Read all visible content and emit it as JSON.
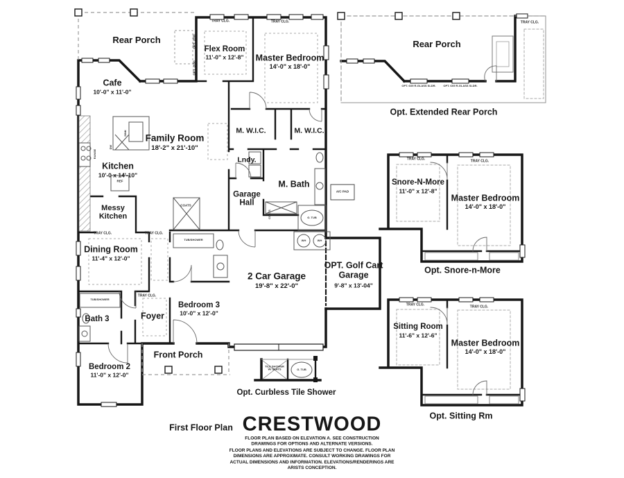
{
  "colors": {
    "ink": "#161616",
    "line_gray": "#8f8f8f",
    "background": "#ffffff"
  },
  "plan": {
    "rooms": {
      "rear_porch": {
        "name": "Rear Porch"
      },
      "flex": {
        "name": "Flex Room",
        "dims": "11'-0\" x 12'-8\""
      },
      "master": {
        "name": "Master Bedroom",
        "dims": "14'-0\" x 18'-0\""
      },
      "cafe": {
        "name": "Cafe",
        "dims": "10'-0\" x 11'-0\""
      },
      "family": {
        "name": "Family Room",
        "dims": "18'-2\" x 21'-10\""
      },
      "kitchen": {
        "name": "Kitchen",
        "dims": "10'-0 x 14'-10\""
      },
      "messy": {
        "name": "Messy Kitchen"
      },
      "mwic1": {
        "name": "M. W.I.C."
      },
      "mwic2": {
        "name": "M. W.I.C."
      },
      "lndy": {
        "name": "Lndy."
      },
      "mbath": {
        "name": "M. Bath"
      },
      "garage_hall": {
        "name": "Garage Hall"
      },
      "dining": {
        "name": "Dining Room",
        "dims": "11'-4\" x 12'-0\""
      },
      "foyer": {
        "name": "Foyer"
      },
      "bed3": {
        "name": "Bedroom 3",
        "dims": "10'-0\" x 12'-0\""
      },
      "bath3": {
        "name": "Bath 3"
      },
      "bed2": {
        "name": "Bedroom 2",
        "dims": "11'-0\" x 12'-0\""
      },
      "front_porch": {
        "name": "Front Porch"
      },
      "garage2": {
        "name": "2 Car Garage",
        "dims": "19'-8\" x 22'-0\""
      },
      "golf": {
        "name": "OPT. Golf Cart Garage",
        "dims": "9'-8\" x 13'-04\""
      }
    }
  },
  "insets": {
    "ext": {
      "room": "Rear Porch",
      "caption": "Opt. Extended Rear Porch"
    },
    "snore": {
      "room1": "Snore-N-More",
      "dims1": "11'-0\" x 12'-8\"",
      "room2": "Master Bedroom",
      "dims2": "14'-0\" x 18'-0\"",
      "caption": "Opt. Snore-n-More"
    },
    "sitting": {
      "room1": "Sitting Room",
      "dims1": "11'-6\" x 12'-6\"",
      "room2": "Master Bedroom",
      "dims2": "14'-0\" x 18'-0\"",
      "caption": "Opt. Sitting Rm"
    },
    "shower": {
      "caption": "Opt. Curbless Tile Shower"
    }
  },
  "annotations": {
    "tray_clg": "TRAY CLG.",
    "ac_pad": "A/C PAD",
    "g_tub": "G. TUB",
    "wh": "WH",
    "slider": "OPT. 6X9 R-GLASS SLDR.",
    "window_opt": "OPT. 2650",
    "ref": "REF",
    "range": "RANGE",
    "sink": "SINK",
    "dw": "DW",
    "coats": "COATS",
    "tub_shower": "TUB/SHOWER",
    "tile_shower": "TILE SHOWER W/ SEATS"
  },
  "footer": {
    "plan_label": "First Floor Plan",
    "title": "CRESTWOOD",
    "note1": "FLOOR PLAN BASED ON ELEVATION A. SEE CONSTRUCTION DRAWINGS FOR OPTIONS AND ALTERNATE VERSIONS.",
    "note2": "FLOOR PLANS AND ELEVATIONS ARE SUBJECT TO CHANGE. FLOOR PLAN DIMENSIONS ARE APPROXIMATE. CONSULT WORKING DRAWINGS FOR ACTUAL DIMENSIONS AND INFORMATION. ELEVATIONS/RENDERINGS ARE ARISTS CONCEPTION."
  }
}
